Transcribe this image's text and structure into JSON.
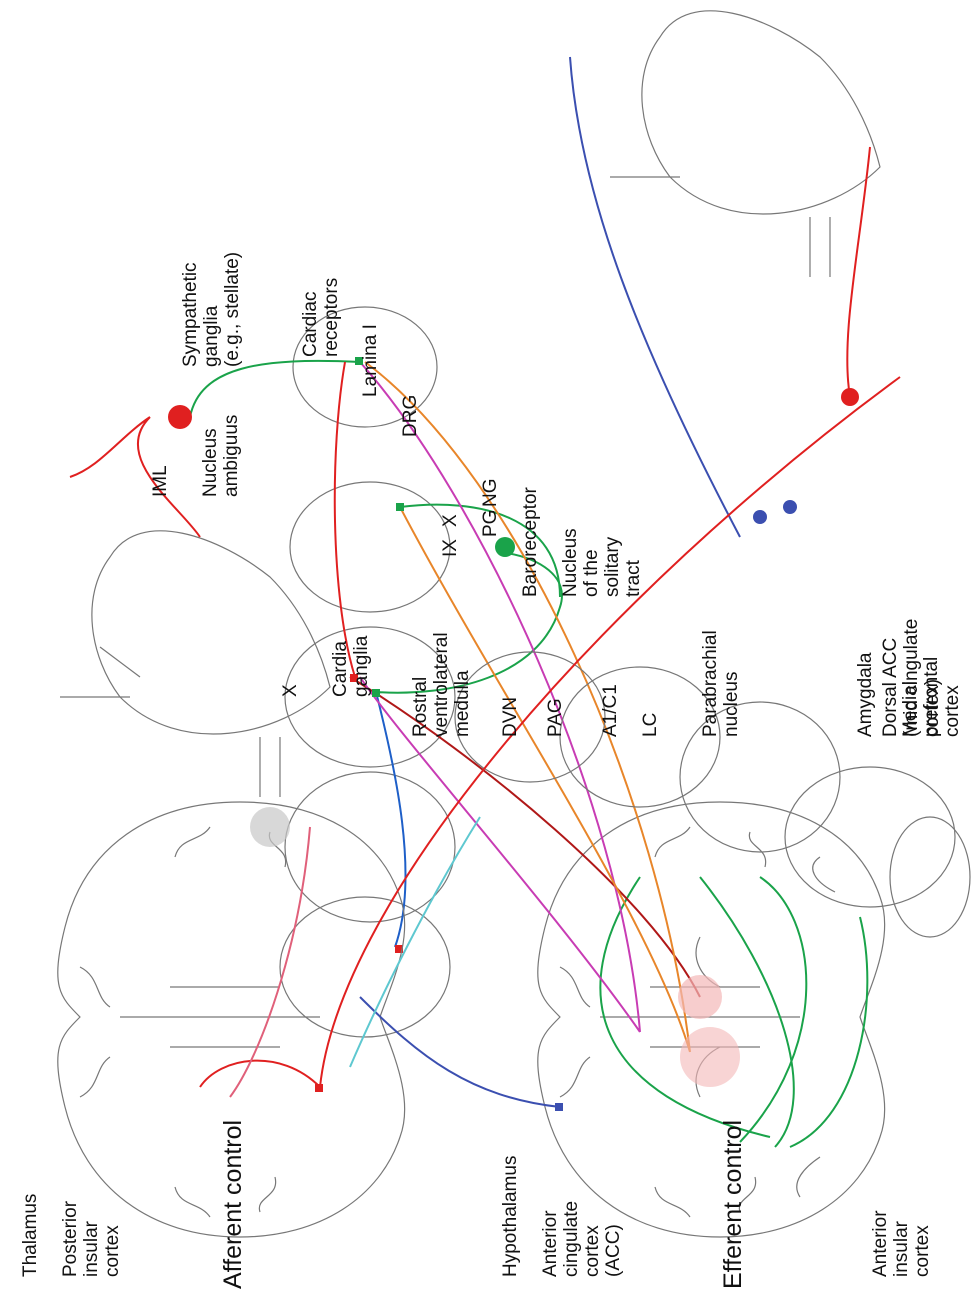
{
  "efferent": {
    "title": "Efferent control",
    "labels": {
      "acc": "Anterior\ncingulate\ncortex\n(ACC)",
      "anterior_insular": "Anterior\ninsular\ncortex",
      "hypothalamus": "Hypothalamus",
      "mpfc": "Medial\nprefrontal\ncortex",
      "amygdala": "Amygdala",
      "pag": "PAG",
      "dvn": "DVN",
      "rvlm": "Rostral\nventrolateral\nmedulla",
      "cardiac_ganglia": "Cardia\nganglia",
      "x": "X",
      "nucleus_ambiguus": "Nucleus\nambiguus",
      "iml": "IML",
      "sympathetic_ganglia": "Sympathetic\nganglia\n(e.g., stellate)"
    }
  },
  "afferent": {
    "title": "Afferent control",
    "labels": {
      "posterior_insular": "Posterior\ninsular\ncortex",
      "thalamus": "Thalamus",
      "dorsal_acc": "Dorsal ACC\n(mid cingulate\ncortex)",
      "parabrachial": "Parabrachial\nnucleus",
      "lc": "LC",
      "a1c1": "A1/C1",
      "nts": "Nucleus\nof the\nsolitary\ntract",
      "baroreceptor": "Baroreceptor",
      "pg": "PG",
      "ng": "NG",
      "ix": "IX",
      "x": "X",
      "drg": "DRG",
      "lamina": "Lamina I",
      "cardiac_receptors": "Cardiac\nreceptors"
    }
  },
  "colors": {
    "green": "#1aa34a",
    "red": "#e02020",
    "darkred": "#b01818",
    "blue": "#1e5fc8",
    "navy": "#3b4fb0",
    "magenta": "#c83cb4",
    "orange": "#e8862a",
    "cyan": "#5ec8d0",
    "pink": "#e0607a",
    "outline": "#777777",
    "shade": "#c8c8c8"
  }
}
